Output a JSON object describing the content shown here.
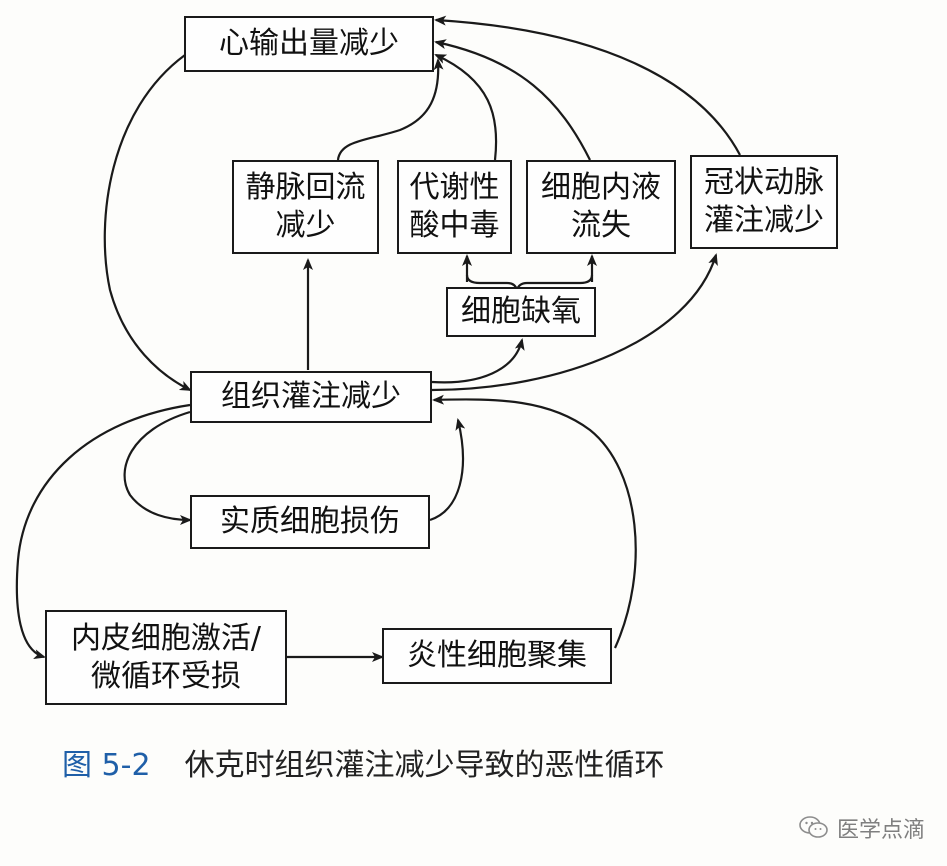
{
  "nodes": {
    "cardiac_output": "心输出量减少",
    "venous_return": "静脉回流\n减少",
    "metabolic_acidosis": "代谢性\n酸中毒",
    "fluid_loss": "细胞内液\n流失",
    "coronary": "冠状动脉\n灌注减少",
    "hypoxia": "细胞缺氧",
    "tissue_perfusion": "组织灌注减少",
    "parenchymal_injury": "实质细胞损伤",
    "endothelial": "内皮细胞激活/\n微循环受损",
    "inflammatory": "炎性细胞聚集"
  },
  "caption": {
    "figure": "图 5-2",
    "text": "休克时组织灌注减少导致的恶性循环"
  },
  "watermark": {
    "text": "医学点滴",
    "icon": "wechat-icon"
  }
}
